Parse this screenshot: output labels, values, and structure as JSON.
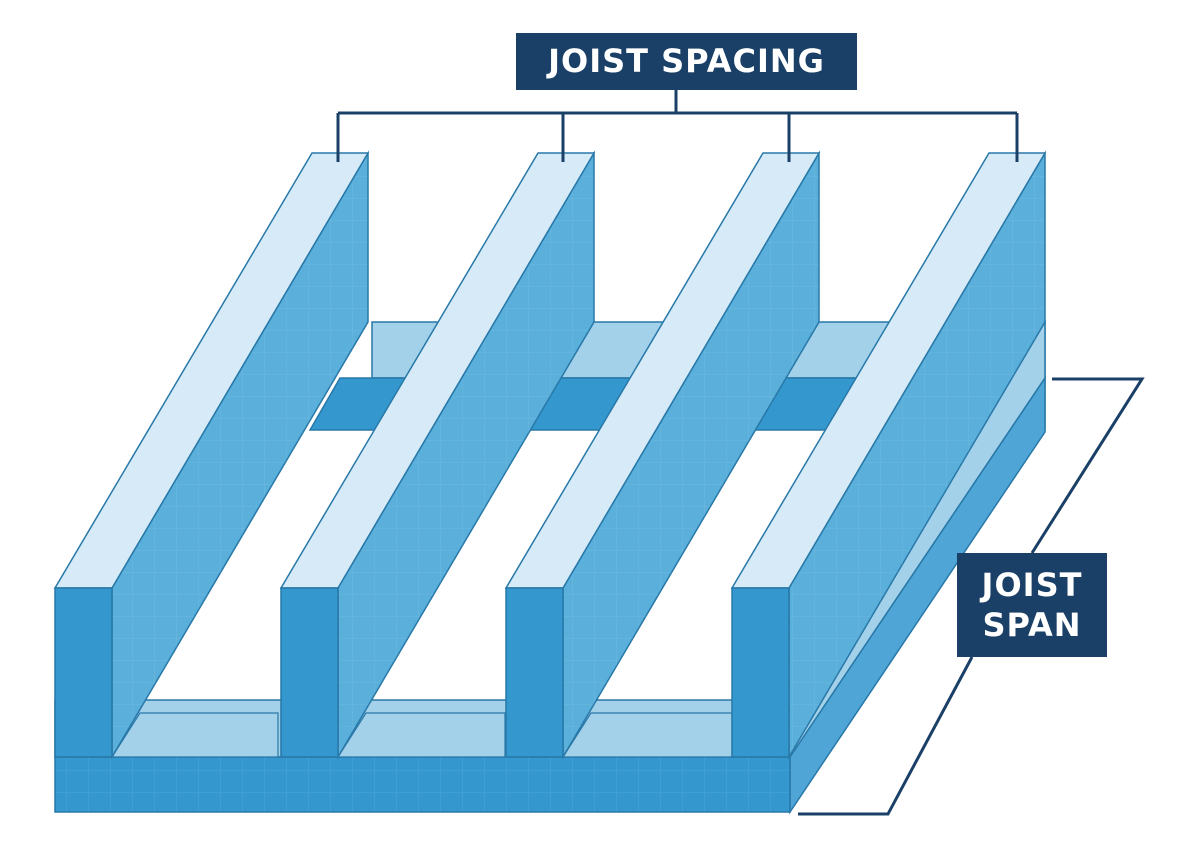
{
  "labels": {
    "joist_spacing": "JOIST SPACING",
    "joist_span_line1": "JOIST",
    "joist_span_line2": "SPAN"
  },
  "colors": {
    "background": "#ffffff",
    "label_bg": "#1b4068",
    "label_text": "#ffffff",
    "leader_line": "#1b4068",
    "joist_top": "#d6ebf7",
    "joist_side": "#5aafdb",
    "joist_front": "#3498cf",
    "beam_top": "#a3d1ea",
    "outline": "#2878a8"
  }
}
